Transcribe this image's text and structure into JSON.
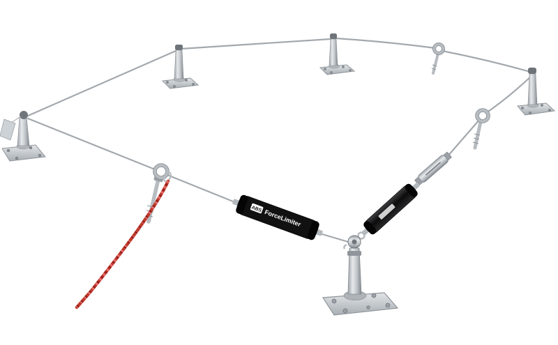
{
  "scene": {
    "type": "product-photo",
    "description": "Stainless-steel horizontal lifeline fall-protection system: corner and intermediate anchor posts on bolted base plates, perimeter wire rope, eyebolt anchors, black energy/shock absorbers, turnbuckle tensioner and a red pull cord",
    "background_color": "#ffffff"
  },
  "product": {
    "brand": "ABS",
    "force_limiter_label": "ForceLimiter"
  },
  "colors": {
    "cable": "#a3a8ad",
    "steel": "#b7bcc1",
    "steel_dark": "#7d838a",
    "absorber_black": "#111111",
    "rope_red": "#c0392b",
    "rope_red_light": "#e57373"
  }
}
